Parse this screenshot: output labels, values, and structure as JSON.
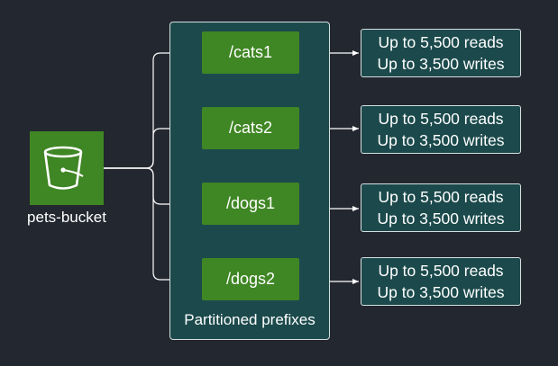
{
  "bucket": {
    "label": "pets-bucket",
    "icon": "s3-bucket-icon"
  },
  "group": {
    "label": "Partitioned prefixes"
  },
  "prefixes": [
    {
      "label": "/cats1",
      "reads": "Up to 5,500 reads",
      "writes": "Up to 3,500 writes"
    },
    {
      "label": "/cats2",
      "reads": "Up to 5,500 reads",
      "writes": "Up to 3,500 writes"
    },
    {
      "label": "/dogs1",
      "reads": "Up to 5,500 reads",
      "writes": "Up to 3,500 writes"
    },
    {
      "label": "/dogs2",
      "reads": "Up to 5,500 reads",
      "writes": "Up to 3,500 writes"
    }
  ],
  "colors": {
    "background": "#232730",
    "storage_green": "#3f8624",
    "group_teal": "#1c4a4c",
    "border": "#d7dfe0"
  }
}
